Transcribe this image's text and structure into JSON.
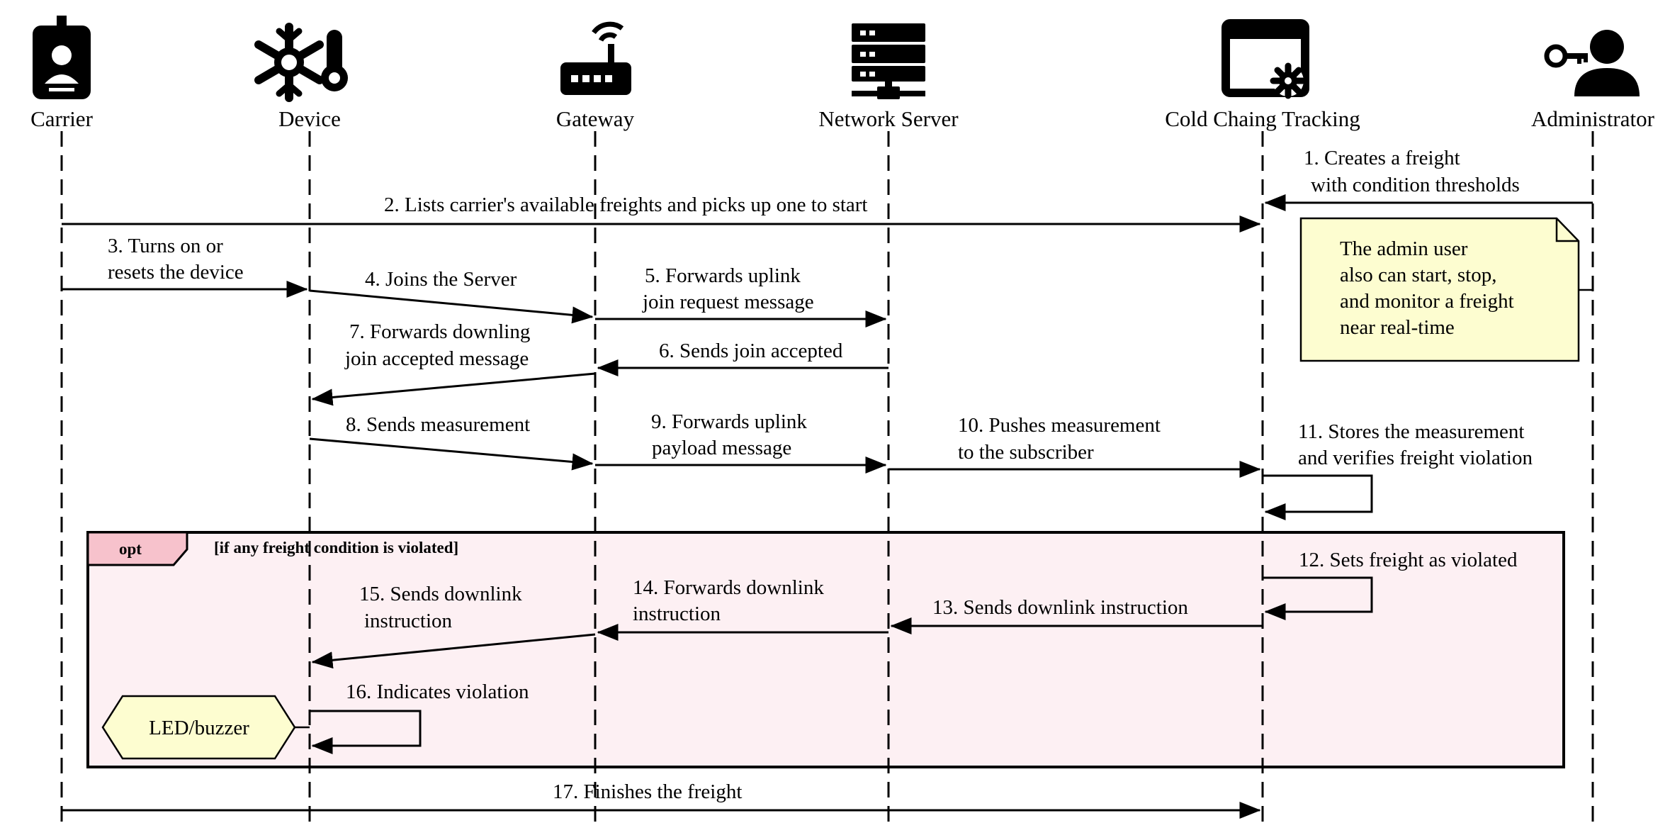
{
  "diagram": {
    "type": "sequence",
    "actors": [
      {
        "id": "carrier",
        "label": "Carrier",
        "icon": "badge-icon"
      },
      {
        "id": "device",
        "label": "Device",
        "icon": "snowflake-thermometer-icon"
      },
      {
        "id": "gateway",
        "label": "Gateway",
        "icon": "router-icon"
      },
      {
        "id": "network",
        "label": "Network Server",
        "icon": "server-network-icon"
      },
      {
        "id": "cold",
        "label": "Cold Chaing Tracking",
        "icon": "browser-gear-icon"
      },
      {
        "id": "admin",
        "label": "Administrator",
        "icon": "user-key-icon"
      }
    ],
    "messages": [
      {
        "from": "admin",
        "to": "cold",
        "lines": [
          "1. Creates a freight",
          "with condition thresholds"
        ]
      },
      {
        "from": "carrier",
        "to": "cold",
        "lines": [
          "2. Lists carrier's available freights and picks up one to start"
        ]
      },
      {
        "from": "carrier",
        "to": "device",
        "lines": [
          "3. Turns on or",
          "resets the device"
        ]
      },
      {
        "from": "device",
        "to": "gateway",
        "lines": [
          "4. Joins the Server"
        ]
      },
      {
        "from": "gateway",
        "to": "network",
        "lines": [
          "5. Forwards uplink",
          "join request message"
        ]
      },
      {
        "from": "network",
        "to": "gateway",
        "lines": [
          "6. Sends join accepted"
        ]
      },
      {
        "from": "gateway",
        "to": "device",
        "lines": [
          "7. Forwards downling",
          "join accepted message"
        ]
      },
      {
        "from": "device",
        "to": "gateway",
        "lines": [
          "8. Sends measurement"
        ]
      },
      {
        "from": "gateway",
        "to": "network",
        "lines": [
          "9. Forwards uplink",
          "payload message"
        ]
      },
      {
        "from": "network",
        "to": "cold",
        "lines": [
          "10. Pushes measurement",
          "to the subscriber"
        ]
      },
      {
        "from": "cold",
        "to": "cold",
        "lines": [
          "11. Stores the measurement",
          "and verifies freight violation"
        ]
      },
      {
        "from": "cold",
        "to": "cold",
        "lines": [
          "12. Sets freight as violated"
        ]
      },
      {
        "from": "cold",
        "to": "network",
        "lines": [
          "13. Sends downlink instruction"
        ]
      },
      {
        "from": "network",
        "to": "gateway",
        "lines": [
          "14. Forwards downlink",
          "instruction"
        ]
      },
      {
        "from": "gateway",
        "to": "device",
        "lines": [
          "15. Sends downlink",
          "instruction"
        ]
      },
      {
        "from": "device",
        "to": "device",
        "lines": [
          "16. Indicates violation"
        ]
      },
      {
        "from": "carrier",
        "to": "cold",
        "lines": [
          "17. Finishes the freight"
        ]
      }
    ],
    "note": {
      "attached_to": "admin",
      "lines": [
        "The admin user",
        "also can start, stop,",
        "and monitor a freight",
        "near real-time"
      ],
      "fill": "#fdfdd0"
    },
    "fragment": {
      "operator": "opt",
      "guard": "[if any freight condition is violated]",
      "fill": "#fdf0f3",
      "tag_fill": "#f7c2cc"
    },
    "hexagon": {
      "label": "LED/buzzer",
      "fill": "#fdfdd0"
    }
  }
}
